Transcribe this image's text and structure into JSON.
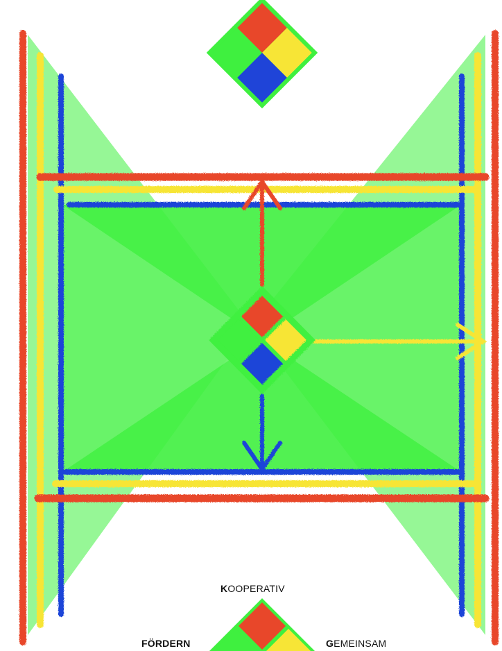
{
  "palette": {
    "green": "#3ff03f",
    "green_light": "#9bf59b",
    "red": "#e8472a",
    "yellow": "#f7e536",
    "blue": "#1f44d8",
    "white": "#ffffff"
  },
  "labels": {
    "kooperativ_initial": "K",
    "kooperativ_rest": "OOPERATIV",
    "foerdern": "FÖRDERN",
    "gemeinsam_initial": "G",
    "gemeinsam_rest": "EMEINSAM"
  }
}
